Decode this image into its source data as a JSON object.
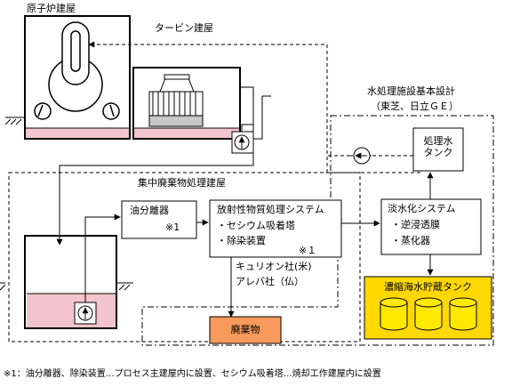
{
  "labels": {
    "reactor_building": "原子炉建屋",
    "turbine_building": "タービン建屋",
    "design_title": "水処理施設基本設計",
    "design_companies": "（東芝、日立ＧＥ）",
    "treated_water_tank": "処理水\nタンク",
    "central_waste_building": "集中廃棄物処理建屋",
    "oil_separator": "油分離器",
    "oil_separator_note": "※1",
    "radioactive_system_title": "放射性物質処理システム",
    "radioactive_system_item1": "・セシウム吸着塔",
    "radioactive_system_item2": "・除染装置",
    "radioactive_system_note": "※１",
    "kurion": "キュリオン社(米)",
    "areva": "アレバ社（仏）",
    "waste": "廃棄物",
    "desal_title": "淡水化システム",
    "desal_item1": "・逆浸透膜",
    "desal_item2": "・蒸化器",
    "concentrated_tank": "濃縮海水貯蔵タンク",
    "footnote": "※1：油分離器、除染装置…プロセス主建屋内に設置、セシウム吸着塔…焼却工作建屋内に設置"
  },
  "colors": {
    "water_pink": "#f2c4cc",
    "waste_orange": "#f79a5c",
    "tank_yellow": "#ffd800",
    "cylinder_yellow": "#ffe900",
    "line": "#000000"
  },
  "icons": {
    "pump": "pump-icon",
    "cylinder": "storage-cylinder-icon",
    "reactor": "reactor-vessel-icon",
    "turbine": "turbine-icon"
  }
}
